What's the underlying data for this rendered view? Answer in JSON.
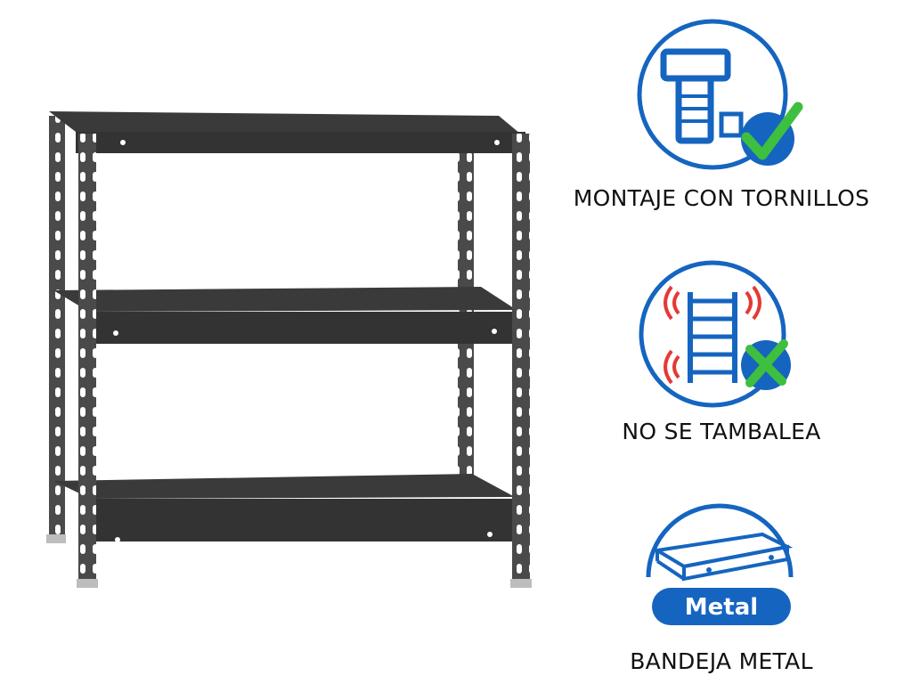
{
  "features": [
    {
      "icon": "bolt-check-icon",
      "caption": "MONTAJE CON TORNILLOS"
    },
    {
      "icon": "stable-shelf-no-wobble-icon",
      "caption": "NO SE TAMBALEA"
    },
    {
      "icon": "metal-tray-icon",
      "caption": "BANDEJA METAL",
      "badge": "Metal"
    }
  ],
  "colors": {
    "brand_blue": "#1565c0",
    "check_green": "#3fbf3f",
    "vibration_red": "#e53935",
    "shelf_dark": "#3d3d3d"
  }
}
